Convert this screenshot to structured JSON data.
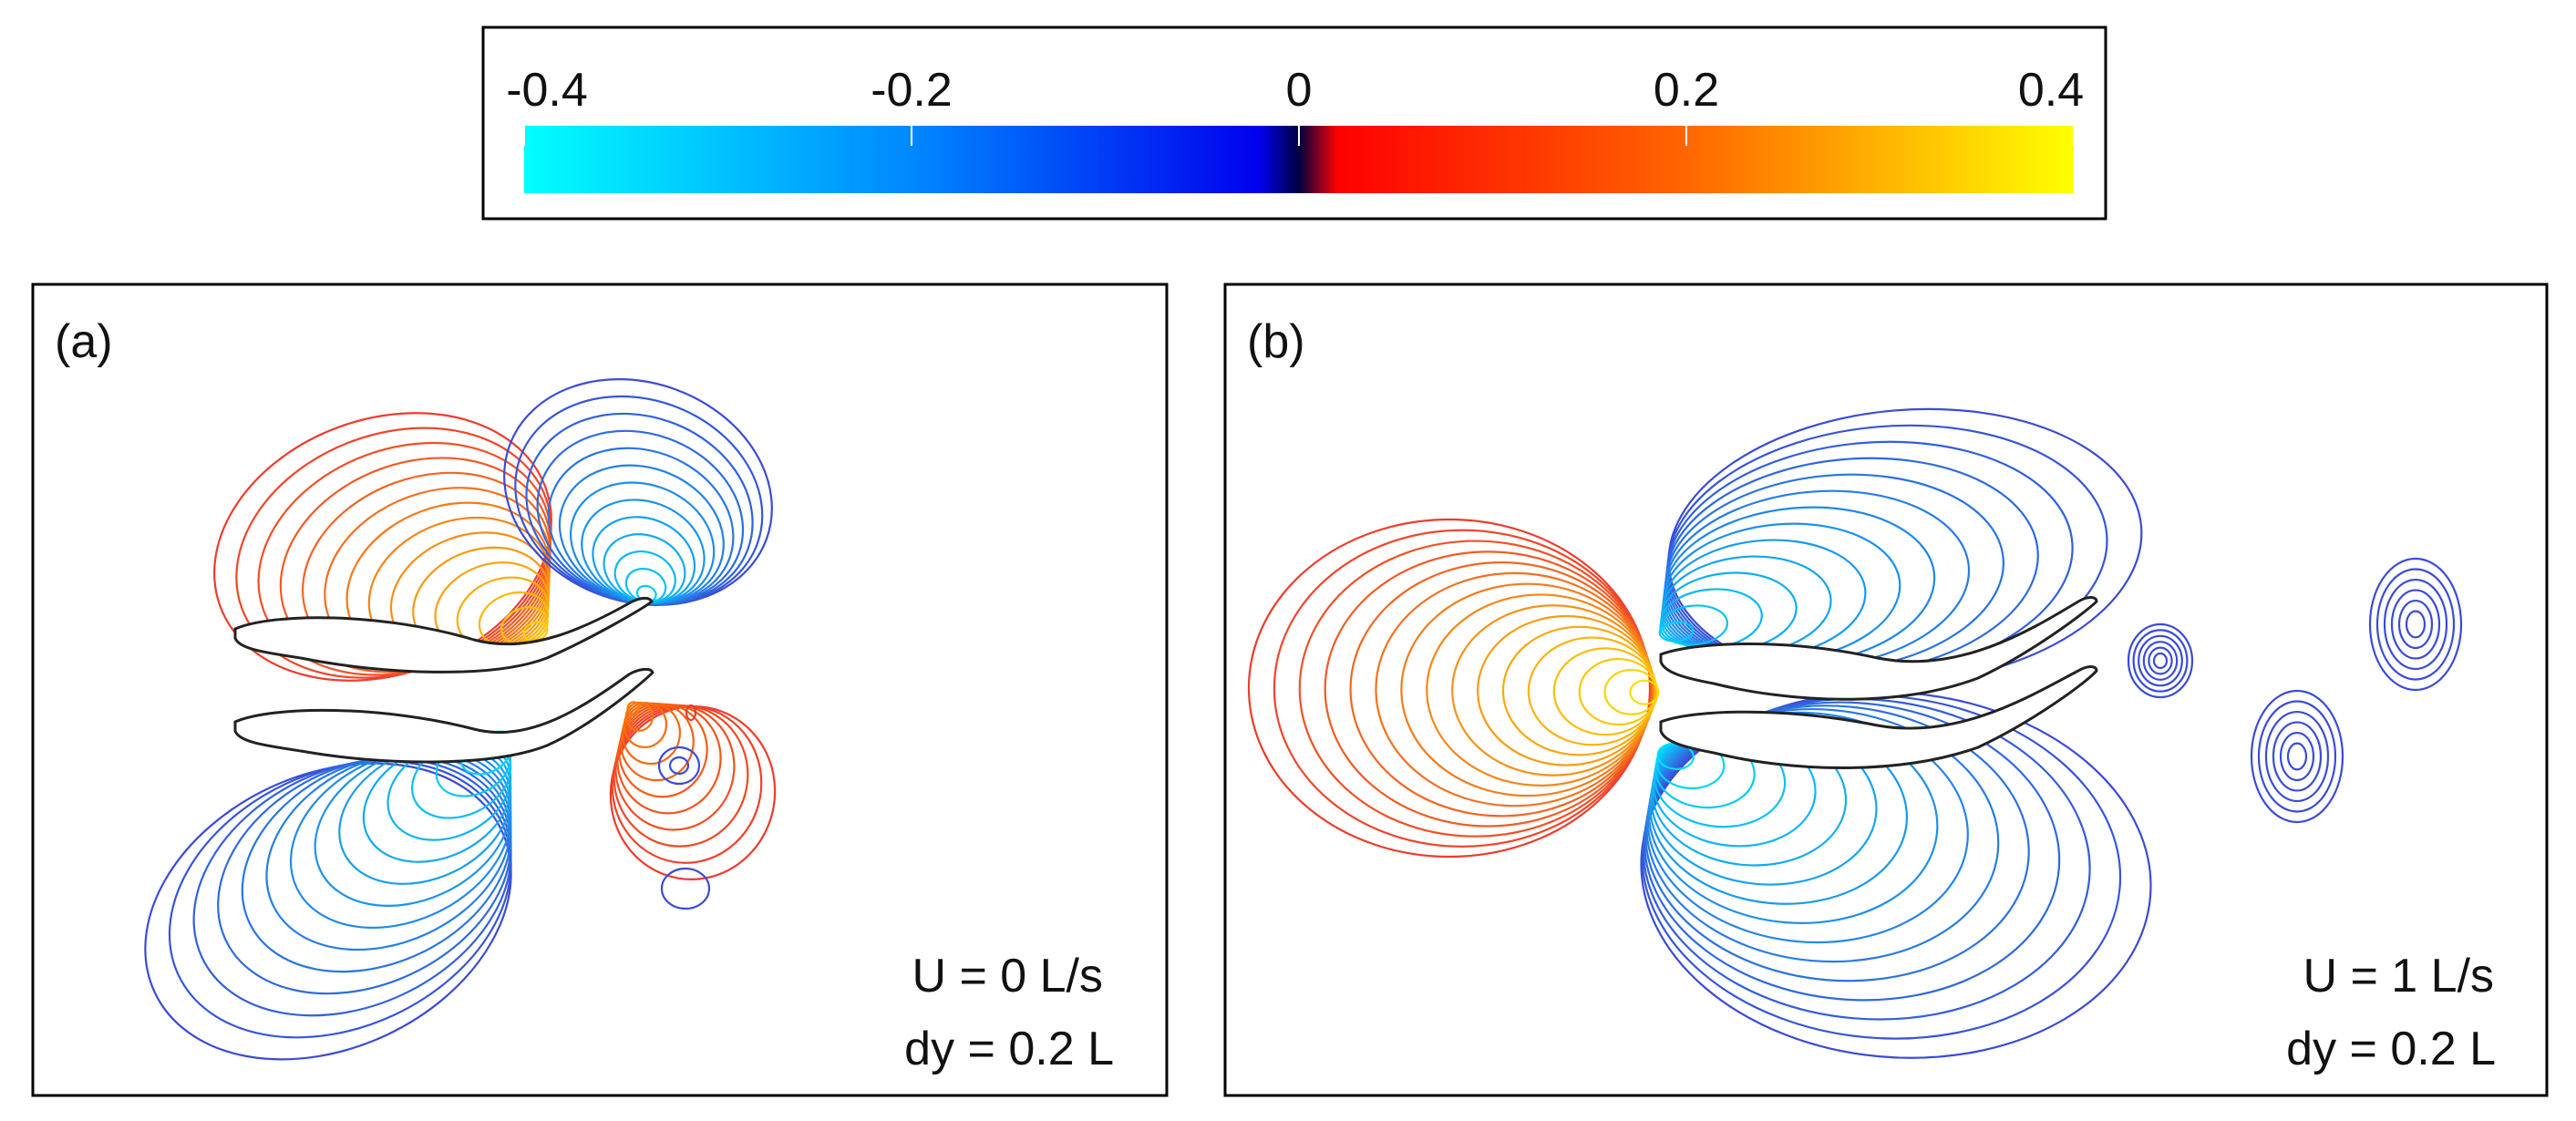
{
  "colorbar": {
    "tick_labels": [
      "-0.4",
      "-0.2",
      "0",
      "0.2",
      "0.4"
    ],
    "range": [
      -0.4,
      0.4
    ],
    "stops": [
      {
        "value": -0.4,
        "color": "#00ffff"
      },
      {
        "value": -0.2,
        "color": "#0088ff"
      },
      {
        "value": -0.02,
        "color": "#0000ee"
      },
      {
        "value": 0.0,
        "color": "#000040"
      },
      {
        "value": 0.02,
        "color": "#ff0000"
      },
      {
        "value": 0.2,
        "color": "#ff6600"
      },
      {
        "value": 0.4,
        "color": "#ffff00"
      }
    ]
  },
  "panels": [
    {
      "label": "(a)",
      "velocity": "U = 0 L/s",
      "spacing": "dy = 0.2 L"
    },
    {
      "label": "(b)",
      "velocity": "U = 1 L/s",
      "spacing": "dy = 0.2 L"
    }
  ],
  "colors": {
    "positive_contour": "#ef3b2c",
    "negative_contour": "#3a4bd8",
    "frame": "#000000"
  }
}
